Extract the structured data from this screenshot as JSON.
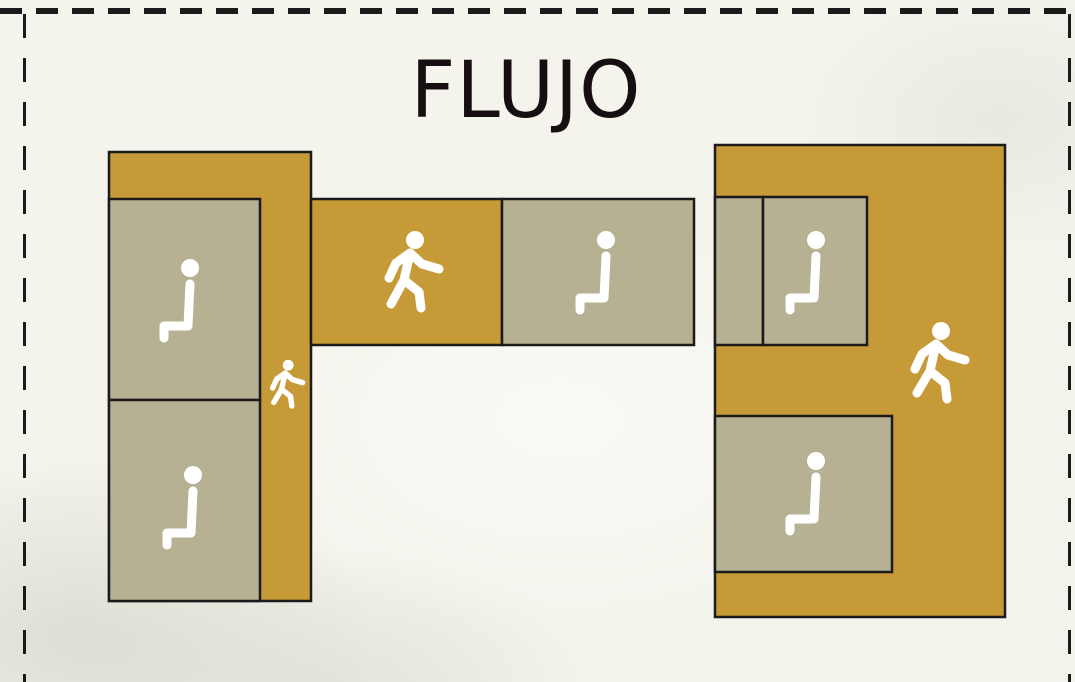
{
  "title": "FLUJO",
  "colors": {
    "circulation": "#c59a37",
    "seating": "#b5b192",
    "outline": "#1b1b1b",
    "icon": "#ffffff",
    "title": "#170e12"
  },
  "zones": [
    {
      "id": "left-wing",
      "type": "circulation"
    },
    {
      "id": "left-seat-upper",
      "type": "seating",
      "icon": "seated-person-icon"
    },
    {
      "id": "left-seat-lower",
      "type": "seating",
      "icon": "seated-person-icon"
    },
    {
      "id": "left-corridor",
      "type": "circulation",
      "icon": "walking-person-icon"
    },
    {
      "id": "bridge-walkway",
      "type": "circulation",
      "icon": "walking-person-icon"
    },
    {
      "id": "bridge-seat",
      "type": "seating",
      "icon": "seated-person-icon"
    },
    {
      "id": "right-wing",
      "type": "circulation",
      "icon": "walking-person-icon"
    },
    {
      "id": "right-seat-narrow",
      "type": "seating"
    },
    {
      "id": "right-seat-upper",
      "type": "seating",
      "icon": "seated-person-icon"
    },
    {
      "id": "right-seat-lower",
      "type": "seating",
      "icon": "seated-person-icon"
    }
  ]
}
